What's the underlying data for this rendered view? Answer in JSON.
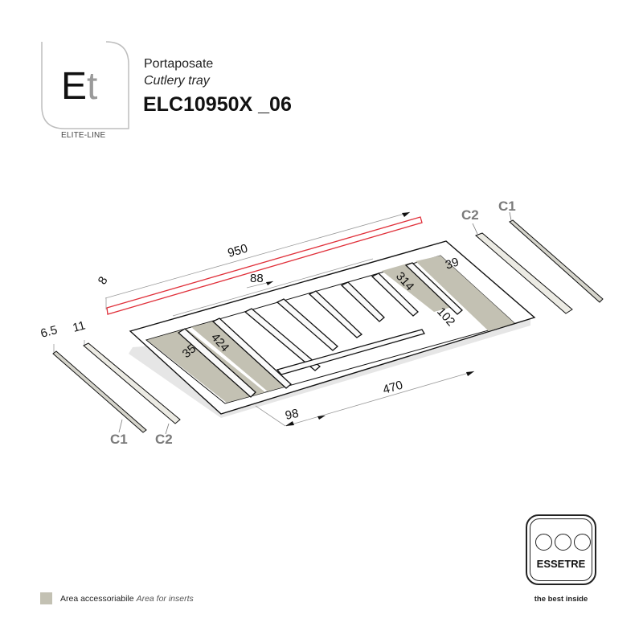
{
  "brand_logo": {
    "letters_primary": "E",
    "letters_secondary": "t",
    "caption": "ELITE-LINE"
  },
  "header": {
    "name_it": "Portaposate",
    "name_en": "Cutlery tray",
    "product_code": "ELC10950X _06"
  },
  "dimensions": {
    "overall_length": "950",
    "rail_thickness": "8",
    "compartment_width": "88",
    "insert_length_left": "424",
    "insert_length_right": "314",
    "insert_width_right": "102",
    "depth_right": "39",
    "depth_left": "35",
    "front_offset": "98",
    "inner_length": "470",
    "profile_c1_width": "6.5",
    "profile_c2_width": "11"
  },
  "parts": [
    {
      "id": "C1",
      "position": "left"
    },
    {
      "id": "C2",
      "position": "left"
    },
    {
      "id": "C2",
      "position": "right"
    },
    {
      "id": "C1",
      "position": "right"
    }
  ],
  "colors": {
    "insert_area": "#c3c1b3",
    "highlight_rail": "#e0303a",
    "outline": "#111111",
    "callout": "#7a7a7a"
  },
  "legend": {
    "label_it": "Area accessoriabile",
    "label_en": "Area for inserts"
  },
  "manufacturer": {
    "name": "ESSETRE",
    "tagline": "the best inside"
  }
}
